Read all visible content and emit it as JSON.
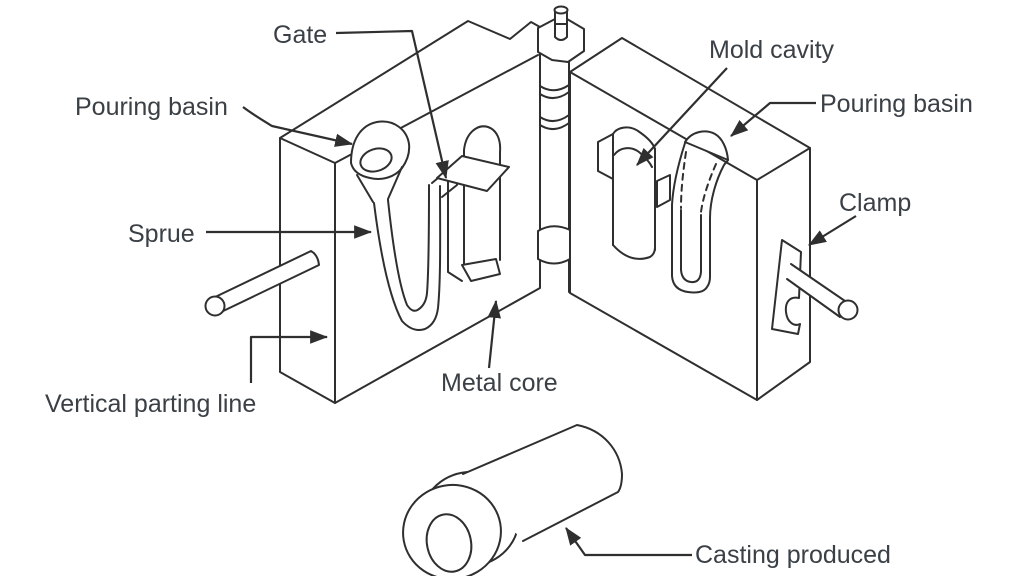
{
  "figure": {
    "type": "isometric line drawing",
    "subject": "Vertical parting line sand casting mold (two hinged mold halves) and the resulting casting",
    "background_color": "#ffffff",
    "line_color": "#2f2f2f",
    "text_color": "#3a4045"
  },
  "labels": {
    "gate": "Gate",
    "pouring_basin_left": "Pouring basin",
    "sprue": "Sprue",
    "vertical_parting_line": "Vertical parting line",
    "metal_core": "Metal core",
    "mold_cavity": "Mold cavity",
    "pouring_basin_right": "Pouring basin",
    "clamp": "Clamp",
    "casting_produced": "Casting produced"
  }
}
